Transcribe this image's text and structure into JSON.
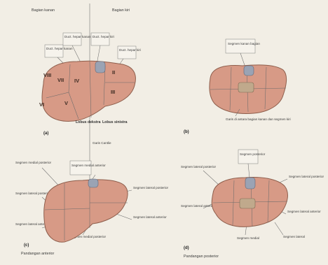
{
  "top_labels": {
    "right_part": "Bagian kanan",
    "left_part": "Bagian kiri"
  },
  "panel_a": {
    "vein_labels": [
      "Duct. hepar kanan",
      "Duct. hepar kanan",
      "Duct. hepar kiri",
      "Duct. hepar kiri"
    ],
    "segments": [
      "VIII",
      "VII",
      "IV",
      "II",
      "III",
      "VI",
      "V"
    ],
    "lobe_left": "Lobus dekstra",
    "lobe_right": "Lobus sinistra",
    "letter": "(a)",
    "bottom_line": "Garis Cantlie"
  },
  "panel_b": {
    "top_label": "Segmen kanan bagian",
    "bottom_label": "Garis di antara bagian kanan dan segmen kiri",
    "letter": "(b)"
  },
  "panel_c": {
    "labels_left": [
      "Segmen medial posterior",
      "Segmen lateral posterior",
      "Segmen lateral anterior"
    ],
    "labels_center": [
      "Segmen medial anterior",
      "Segmen medial posterior"
    ],
    "labels_right": [
      "Segmen lateral posterior",
      "Segmen lateral anterior"
    ],
    "letter": "(c)",
    "caption": "Pandangan anterior"
  },
  "panel_d": {
    "label_top": "Segmen posterior",
    "labels_left": [
      "Segmen lateral posterior",
      "Segmen lateral anterior"
    ],
    "labels_right": [
      "Segmen lateral posterior",
      "Segmen lateral anterior"
    ],
    "labels_bottom": [
      "Segmen medial",
      "Segmen lateral"
    ],
    "letter": "(d)",
    "caption": "Pandangan posterior"
  }
}
